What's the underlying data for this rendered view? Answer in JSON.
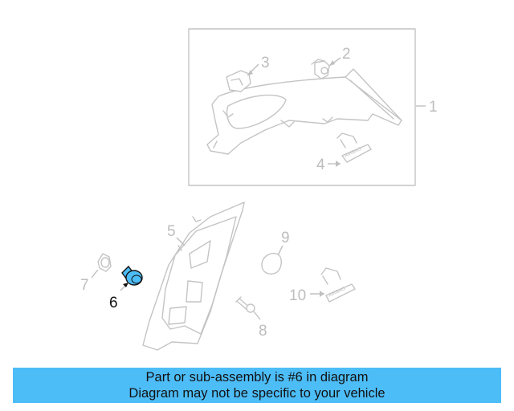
{
  "diagram": {
    "callouts": {
      "c1": "1",
      "c2": "2",
      "c3": "3",
      "c4": "4",
      "c5": "5",
      "c6": "6",
      "c7": "7",
      "c8": "8",
      "c9": "9",
      "c10": "10"
    },
    "airbag_label_4": "AIRBAG",
    "airbag_label_10": "AIRBAG",
    "highlighted_part": "6",
    "colors": {
      "highlight_fill": "#4dbdf8",
      "line": "#c4c4c4",
      "highlight_number": "#111111"
    }
  },
  "banner": {
    "line1": "Part or sub-assembly is #6 in diagram",
    "line2": "Diagram may not be specific to your vehicle",
    "background": "#4dbdf8"
  }
}
